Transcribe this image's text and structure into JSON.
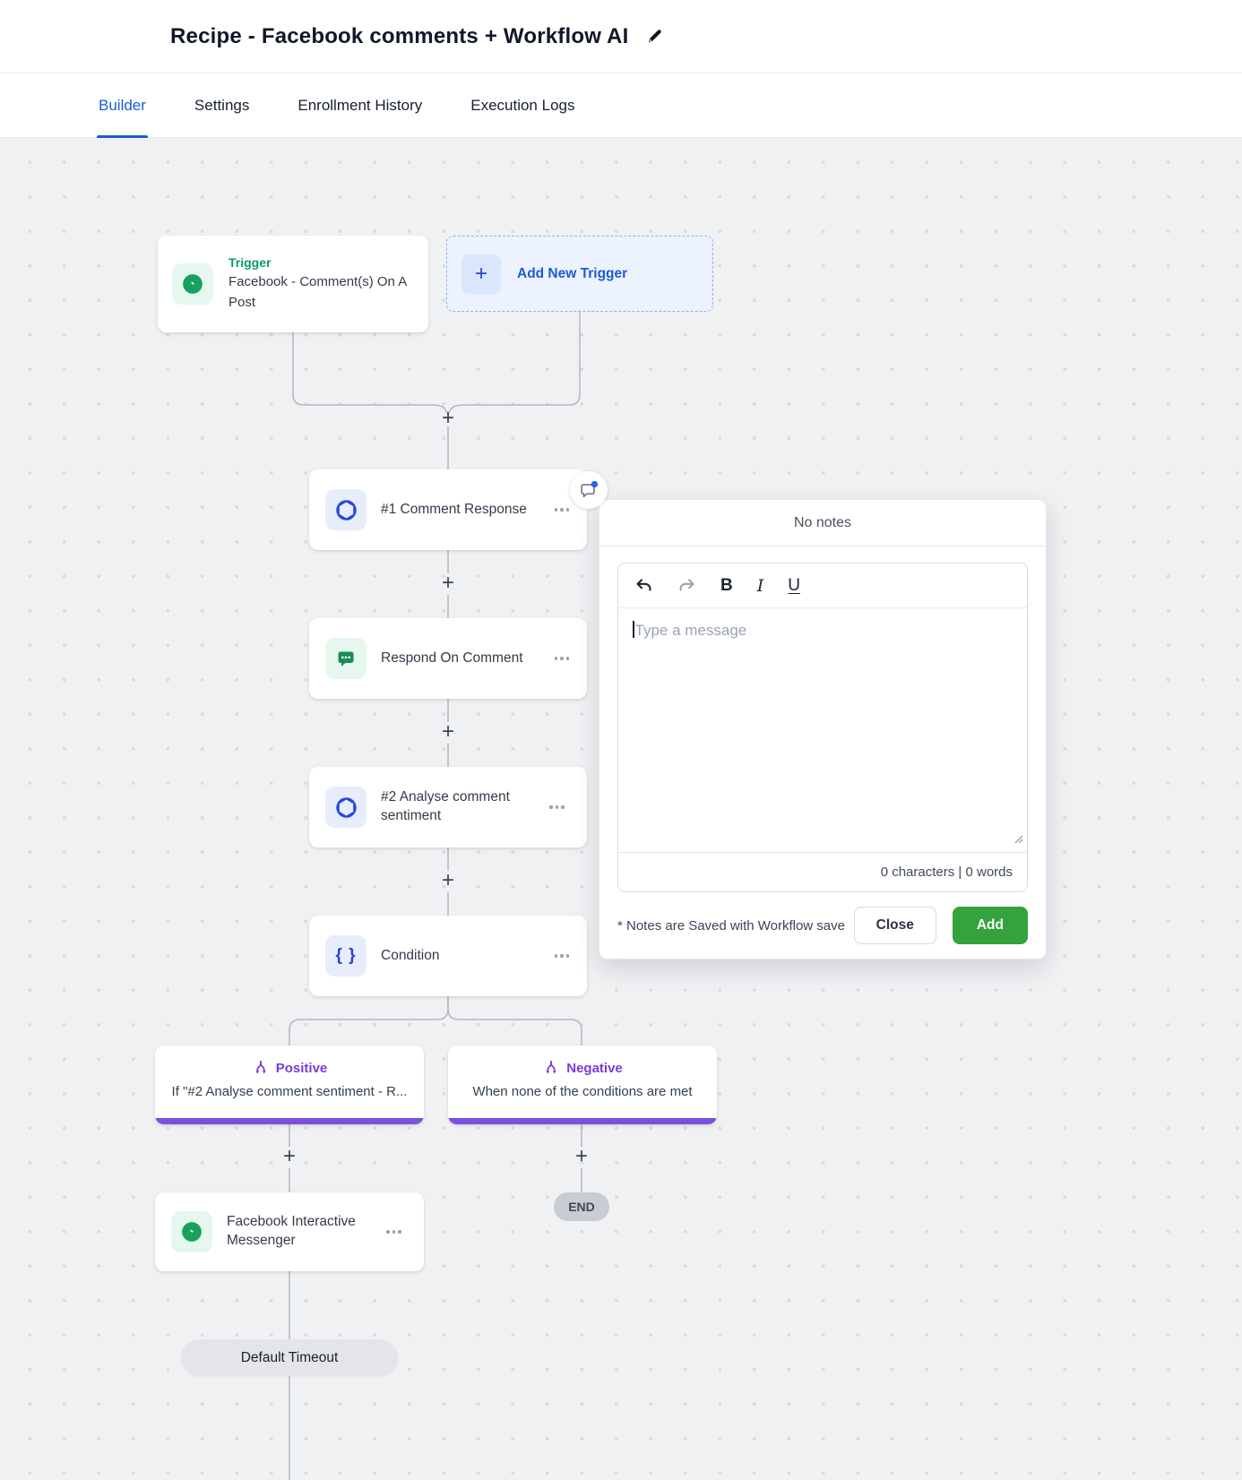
{
  "header": {
    "title": "Recipe - Facebook comments + Workflow AI"
  },
  "tabs": [
    {
      "label": "Builder",
      "active": true
    },
    {
      "label": "Settings",
      "active": false
    },
    {
      "label": "Enrollment History",
      "active": false
    },
    {
      "label": "Execution Logs",
      "active": false
    }
  ],
  "canvas": {
    "plus_symbol": "+",
    "trigger": {
      "label": "Trigger",
      "name": "Facebook - Comment(s) On A Post",
      "icon": "messenger-icon"
    },
    "add_new_trigger": {
      "label": "Add New Trigger"
    },
    "nodes": [
      {
        "title": "#1 Comment Response",
        "icon": "openai-icon"
      },
      {
        "title": "Respond On Comment",
        "icon": "chat-dots-icon"
      },
      {
        "title": "#2 Analyse comment sentiment",
        "icon": "openai-icon"
      },
      {
        "title": "Condition",
        "icon": "braces-icon",
        "icon_glyph": "{ }"
      }
    ],
    "branches": [
      {
        "label": "Positive",
        "description": "If \"#2 Analyse comment sentiment - R..."
      },
      {
        "label": "Negative",
        "description": "When none of the conditions are met"
      }
    ],
    "facebook_node": {
      "title": "Facebook Interactive Messenger",
      "icon": "messenger-icon"
    },
    "end_label": "END",
    "default_timeout_label": "Default Timeout"
  },
  "notes_popup": {
    "header": "No notes",
    "toolbar": {
      "bold_label": "B",
      "italic_label": "I",
      "underline_label": "U"
    },
    "editor_placeholder": "Type a message",
    "counter": "0 characters | 0 words",
    "footnote": "* Notes are Saved with Workflow save",
    "close_label": "Close",
    "add_label": "Add"
  },
  "colors": {
    "accent_blue": "#1d5bd4",
    "trigger_green": "#0e9b63",
    "messenger_green": "#17a05e",
    "respond_green": "#1d8a57",
    "branch_purple": "#7a3bdb",
    "branch_bar_purple": "#7c4fe0",
    "add_button_green": "#34a33b",
    "canvas_bg": "#f0f1f3"
  }
}
